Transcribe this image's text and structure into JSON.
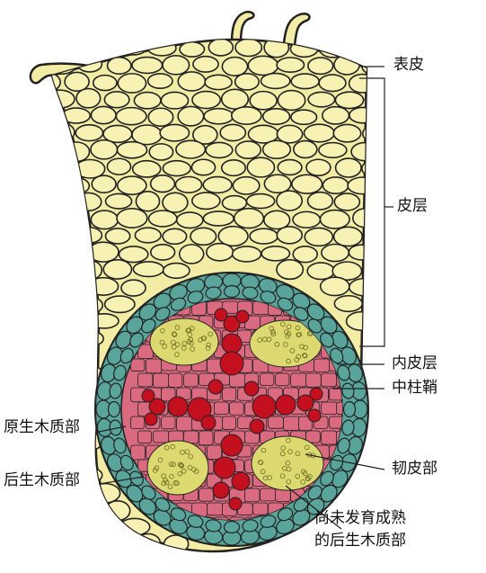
{
  "labels": {
    "epidermis": "表皮",
    "cortex": "皮层",
    "endodermis": "内皮层",
    "pericycle": "中柱鞘",
    "protoxylem": "原生木质部",
    "metaxylem": "后生木质部",
    "phloem": "韧皮部",
    "immature_metaxylem_line1": "尚未发育成熟",
    "immature_metaxylem_line2": "的后生木质部"
  },
  "colors": {
    "cortex": "#f3eca4",
    "cortex_cell": "#f7f1b3",
    "endodermis_band": "#5aa59b",
    "pericycle_band": "#4f9a8f",
    "stele_pink": "#d96a80",
    "xylem_red": "#c4101e",
    "phloem_yellow": "#dcd971",
    "outline": "#222222"
  }
}
